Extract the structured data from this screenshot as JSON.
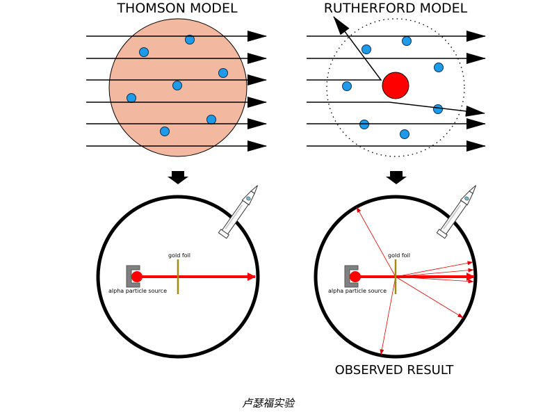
{
  "thomson": {
    "title": "THOMSON MODEL",
    "detector": {
      "foil_label": "gold foil",
      "source_label": "alpha particle source"
    }
  },
  "rutherford": {
    "title": "RUTHERFORD MODEL",
    "detector": {
      "foil_label": "gold foil",
      "source_label": "alpha particle source"
    },
    "result_label": "OBSERVED RESULT"
  },
  "caption": "卢瑟福实验",
  "colors": {
    "plum_pudding": "#f2b8a0",
    "electron": "#1e9be8",
    "nucleus": "#ff0000",
    "beam": "#ff0000",
    "foil": "#a08a10",
    "source_box": "#808080"
  }
}
